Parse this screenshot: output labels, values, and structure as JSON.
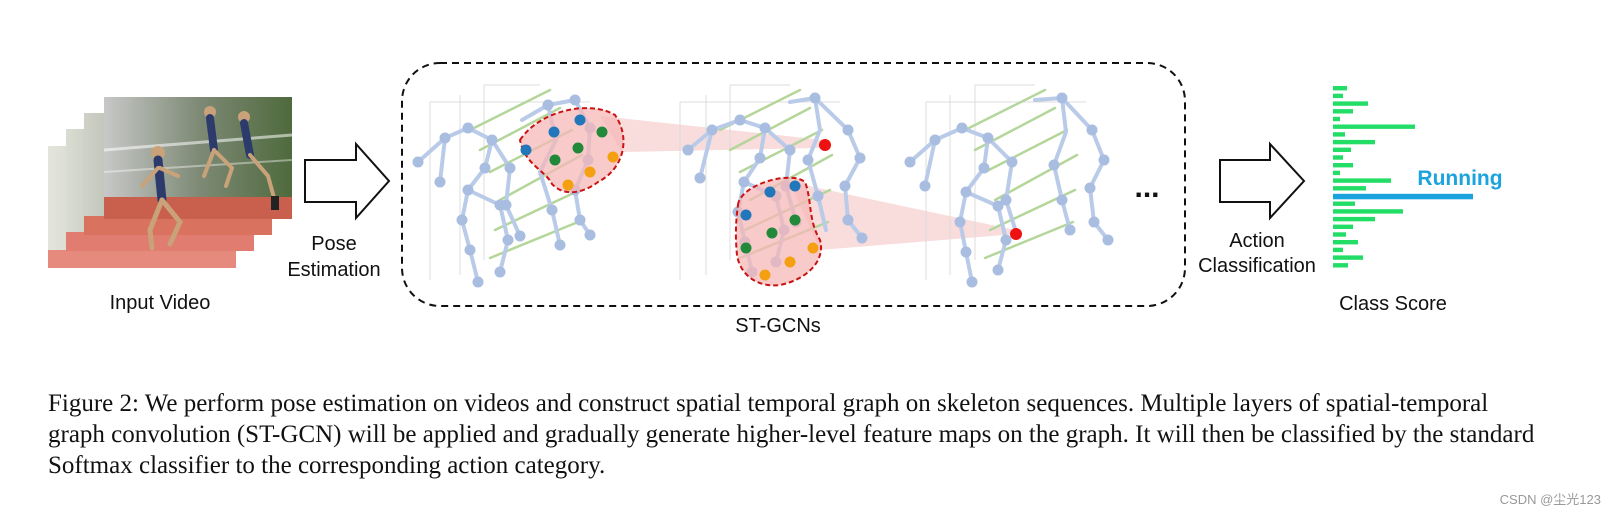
{
  "labels": {
    "input_video": "Input Video",
    "pose_line1": "Pose",
    "pose_line2": "Estimation",
    "stgcns": "ST-GCNs",
    "ellipsis": "...",
    "action_line1": "Action",
    "action_line2": "Classification",
    "class_score": "Class Score",
    "running": "Running"
  },
  "class_score_bars": [
    14,
    10,
    35,
    20,
    7,
    82,
    12,
    42,
    18,
    10,
    20,
    7,
    58,
    33,
    140,
    22,
    70,
    42,
    20,
    13,
    25,
    10,
    30,
    15
  ],
  "highlight_bar_index": 14,
  "caption": "Figure 2:  We perform pose estimation on videos and construct spatial temporal graph on skeleton sequences. Multiple layers of spatial-temporal graph convolution (ST-GCN) will be applied and gradually generate higher-level feature maps on the graph. It will then be classified by the standard Softmax classifier to the corresponding action category.",
  "watermark": "CSDN @尘光123",
  "colors": {
    "bar": "#22dd66",
    "highlight": "#1aa3dd",
    "node": "#9fb6dd",
    "edge": "#b9cbe8",
    "temporal_edge": "#b5d69a",
    "region_fill": "#f5b8b8",
    "region_stroke": "#cc1111",
    "node_blue": "#2277bb",
    "node_green": "#22883a",
    "node_orange": "#f5a011",
    "node_red": "#ee1111"
  }
}
